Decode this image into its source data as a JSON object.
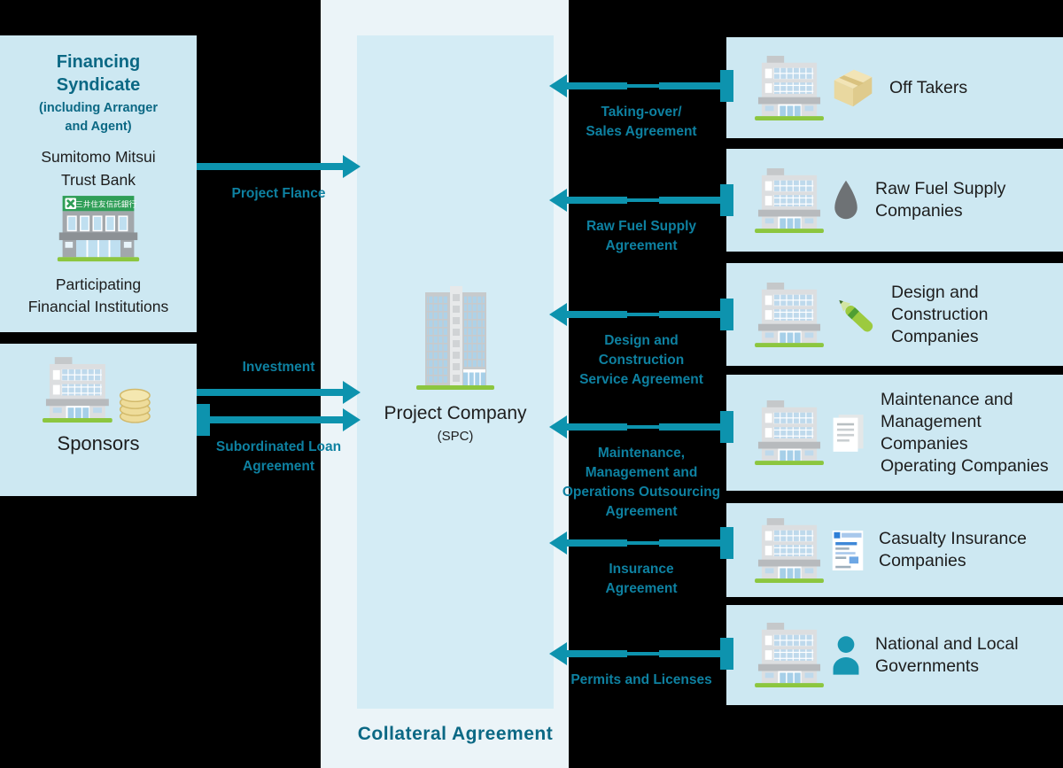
{
  "colors": {
    "arrow_teal": "#0d93ae",
    "label_teal": "#0e81a1",
    "heading_teal": "#0b6884",
    "panel_blue": "#cde8f2",
    "outer_band_blue": "#ebf4f8",
    "inner_box_blue": "#d4ecf5",
    "ground_green": "#8cc63f",
    "bank_sign_green": "#2f9e57"
  },
  "financing_box": {
    "title": "Financing\nSyndicate",
    "subtitle": "(including Arranger\nand Agent)",
    "bank_name": "Sumitomo Mitsui\nTrust Bank",
    "bank_sign": "三井住友信託銀行",
    "participants": "Participating\nFinancial Institutions"
  },
  "sponsors_box": {
    "label": "Sponsors"
  },
  "center": {
    "company_name": "Project Company",
    "company_sub": "(SPC)",
    "collateral_label": "Collateral Agreement"
  },
  "left_flows": [
    {
      "label": "Project Flance"
    },
    {
      "label": "Investment"
    },
    {
      "label": "Subordinated Loan\nAgreement"
    }
  ],
  "right_flows": [
    {
      "party": "Off Takers",
      "agreement": "Taking-over/\nSales Agreement",
      "icon": "package-box-icon"
    },
    {
      "party": "Raw Fuel Supply\nCompanies",
      "agreement": "Raw Fuel Supply\nAgreement",
      "icon": "fuel-drop-icon"
    },
    {
      "party": "Design and\nConstruction\nCompanies",
      "agreement": "Design and\nConstruction\nService Agreement",
      "icon": "green-pen-icon"
    },
    {
      "party": "Maintenance and\nManagement\nCompanies\nOperating Companies",
      "agreement": "Maintenance,\nManagement and\nOperations Outsourcing\nAgreement",
      "icon": "document-icon"
    },
    {
      "party": "Casualty Insurance\nCompanies",
      "agreement": "Insurance\nAgreement",
      "icon": "insurance-policy-icon"
    },
    {
      "party": "National and Local\nGovernments",
      "agreement": "Permits and Licenses",
      "icon": "person-icon"
    }
  ]
}
